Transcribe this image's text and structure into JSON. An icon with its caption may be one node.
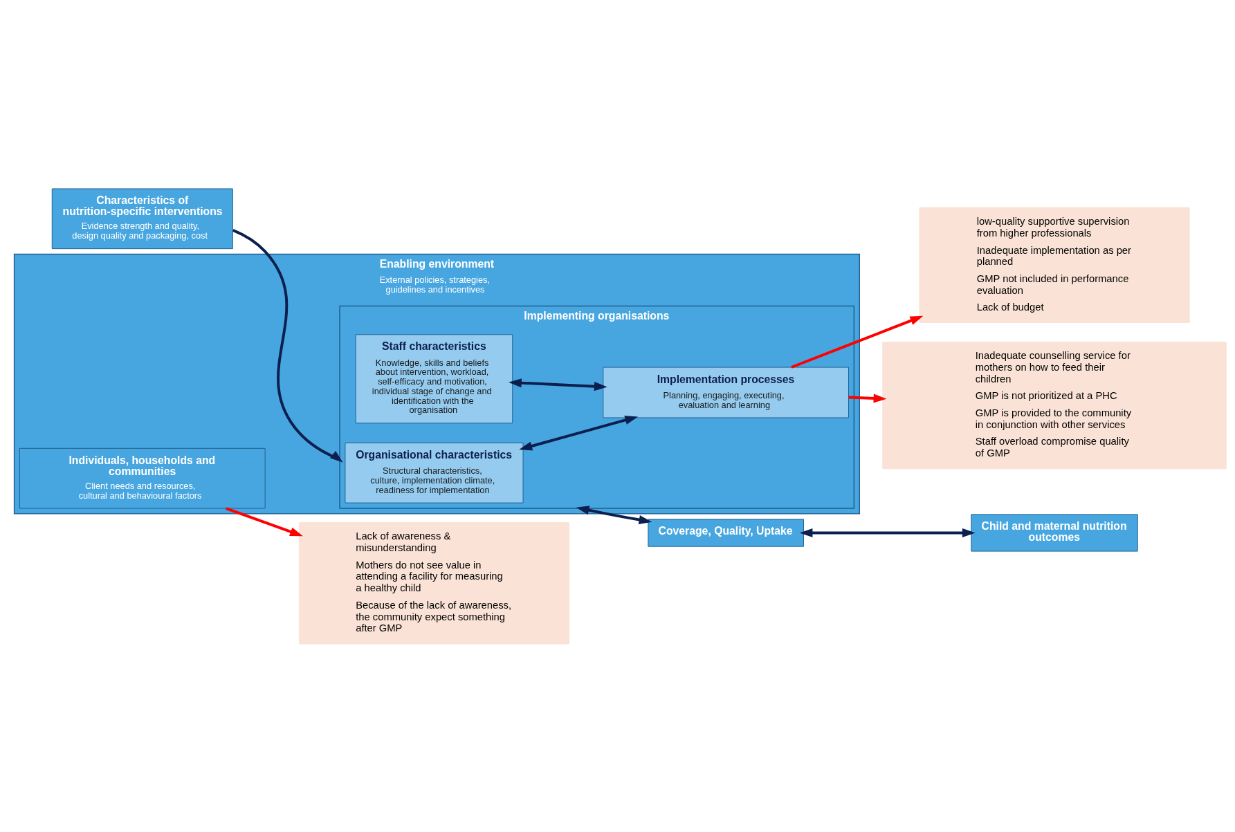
{
  "diagram": {
    "nodes": [
      {
        "text": [
          "Characteristics of nutrition-specific interventions",
          "Evidence strength and quality, design quality and packaging, cost"
        ]
      },
      {
        "text": [
          "Enabling environment",
          "External policies, strategies, guidelines and incentives"
        ]
      },
      {
        "text": [
          "Implementing organisations"
        ],
        "in": 1
      },
      {
        "text": [
          "Organisational characteristics",
          "Structural characteristics, culture, implementation climate, readiness for implementation"
        ],
        "in": 2
      },
      {
        "text": [
          "Staff characteristics",
          "Knowledge, skills and beliefs about intervention, workload, self-efficacy and motivation, individual stage of change and identification with the organisation"
        ],
        "in": 2
      },
      {
        "text": [
          "Implementation processes",
          "Planning, engaging, executing, evaluation and learning"
        ],
        "in": 2
      },
      {
        "text": [
          "Individuals, households and communities",
          "Client needs and resources, cultural and behavioural factors"
        ],
        "in": 1
      },
      {
        "text": [
          "Coverage, Quality, Uptake"
        ]
      },
      {
        "text": [
          "Child and maternal nutrition outcomes"
        ]
      },
      {
        "text": [
          "low-quality supportive supervision from higher professionals",
          "Inadequate implementation as per planned",
          "GMP not included in performance evaluation",
          "Lack of budget"
        ]
      },
      {
        "text": [
          "Lack of awareness & misunderstanding",
          "Mothers do not see value in attending a facility for measuring a healthy child",
          "Because of the lack of awareness, the community expect something after GMP"
        ]
      },
      {
        "text": [
          "Inadequate counselling service for mothers on how to feed their children",
          "GMP is not prioritized at a PHC",
          "GMP is provided to the community in conjunction with other services",
          "Staff overload compromise quality of GMP"
        ]
      }
    ],
    "edges": [
      {
        "from": 0,
        "to": 2,
        "arrow": "to"
      },
      {
        "from": 3,
        "to": 5,
        "arrow": "both"
      },
      {
        "from": 4,
        "to": 5,
        "arrow": "both"
      },
      {
        "from": 2,
        "to": 7,
        "arrow": "both"
      },
      {
        "from": 7,
        "to": 8,
        "arrow": "both"
      },
      {
        "from": 5,
        "to": 9,
        "arrow": "to",
        "color": "#ff0000"
      },
      {
        "from": 5,
        "to": 11,
        "arrow": "to",
        "color": "#ff0000"
      },
      {
        "from": 6,
        "to": 10,
        "arrow": "to",
        "color": "#ff0000"
      }
    ]
  }
}
